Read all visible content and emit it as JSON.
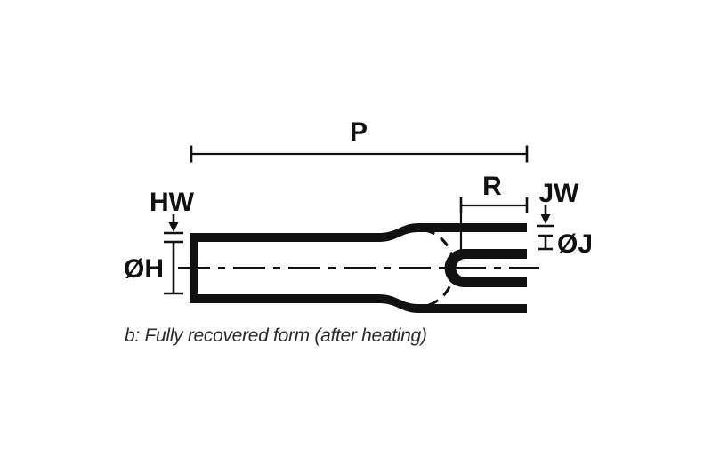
{
  "figure": {
    "caption": "b: Fully recovered form (after heating)",
    "labels": {
      "length_p": "P",
      "length_r": "R",
      "wall_hw": "HW",
      "diameter_h": "ØH",
      "wall_jw": "JW",
      "diameter_j": "ØJ"
    },
    "colors": {
      "ink": "#111111",
      "caption_ink": "#2b2b2b",
      "background": "#ffffff"
    }
  }
}
